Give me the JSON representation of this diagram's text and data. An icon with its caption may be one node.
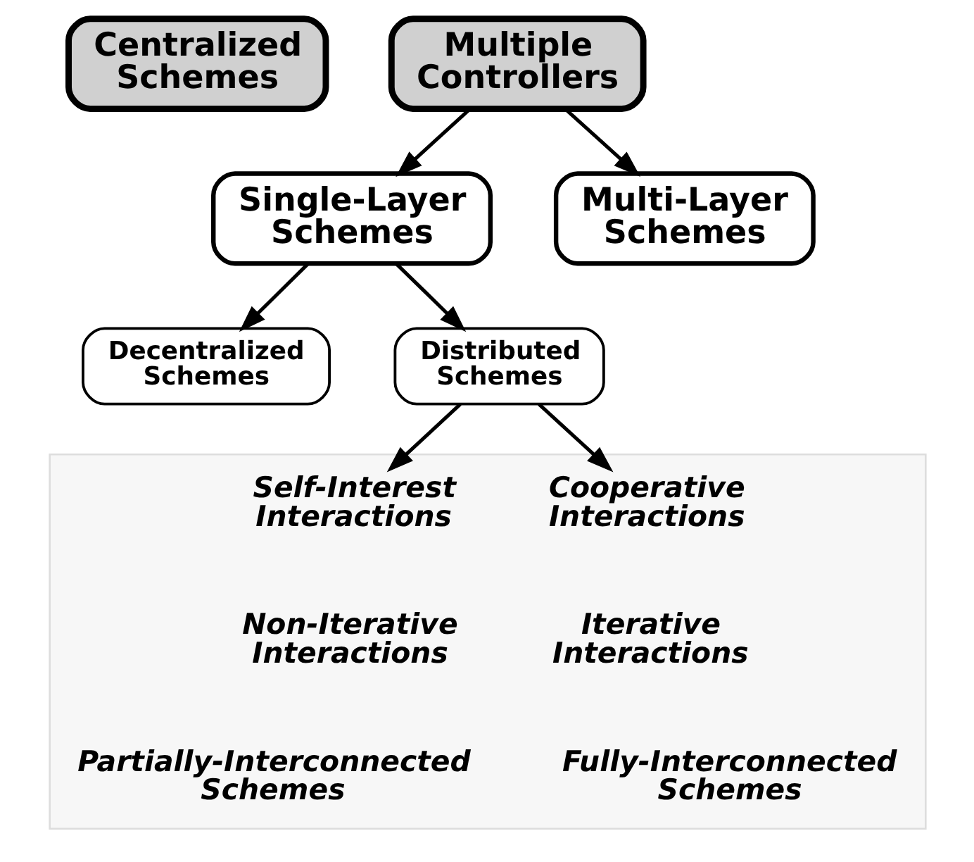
{
  "diagram": {
    "nodes": [
      {
        "text": [
          "Centralized Schemes"
        ]
      },
      {
        "text": [
          "Multiple Controllers"
        ]
      },
      {
        "text": [
          "Single-Layer Schemes"
        ]
      },
      {
        "text": [
          "Multi-Layer Schemes"
        ]
      },
      {
        "text": [
          "Decentralized Schemes"
        ]
      },
      {
        "text": [
          "Distributed Schemes"
        ]
      },
      {
        "text": [],
        "shape": "box"
      },
      {
        "text": [
          "Self-Interest Interactions"
        ],
        "in": 6
      },
      {
        "text": [
          "Cooperative Interactions"
        ],
        "in": 6
      },
      {
        "text": [
          "Non-Iterative Interactions"
        ],
        "in": 6
      },
      {
        "text": [
          "Iterative Interactions"
        ],
        "in": 6
      },
      {
        "text": [
          "Partially-Interconnected Schemes"
        ],
        "in": 6
      },
      {
        "text": [
          "Fully-Interconnected Schemes"
        ],
        "in": 6
      }
    ],
    "edges": [
      {
        "from": 1,
        "to": 2,
        "arrow": "to"
      },
      {
        "from": 1,
        "to": 3,
        "arrow": "to"
      },
      {
        "from": 2,
        "to": 4,
        "arrow": "to"
      },
      {
        "from": 2,
        "to": 5,
        "arrow": "to"
      },
      {
        "from": 5,
        "to": 7,
        "arrow": "to"
      },
      {
        "from": 5,
        "to": 8,
        "arrow": "to"
      }
    ]
  }
}
